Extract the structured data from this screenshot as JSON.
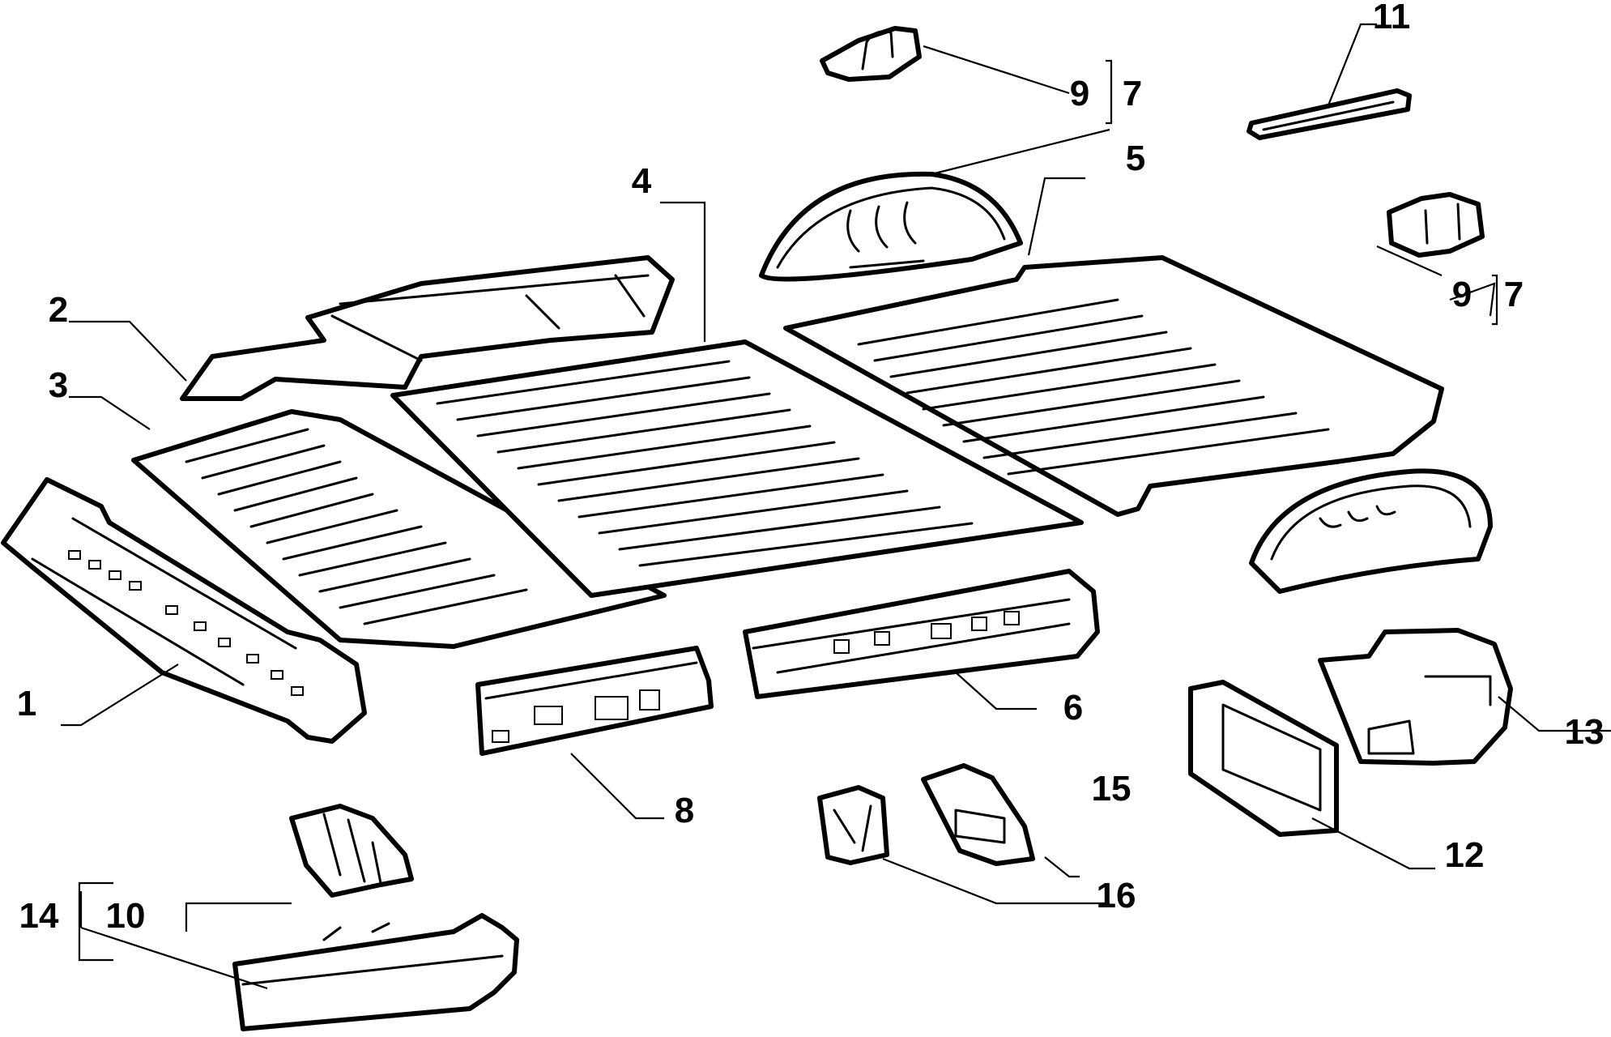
{
  "callouts": {
    "c1": "1",
    "c2": "2",
    "c3": "3",
    "c4": "4",
    "c5": "5",
    "c6": "6",
    "c7a": "7",
    "c7b": "7",
    "c8": "8",
    "c9a": "9",
    "c9b": "9",
    "c10": "10",
    "c11": "11",
    "c12": "12",
    "c13": "13",
    "c14": "14",
    "c15": "15",
    "c16": "16"
  }
}
